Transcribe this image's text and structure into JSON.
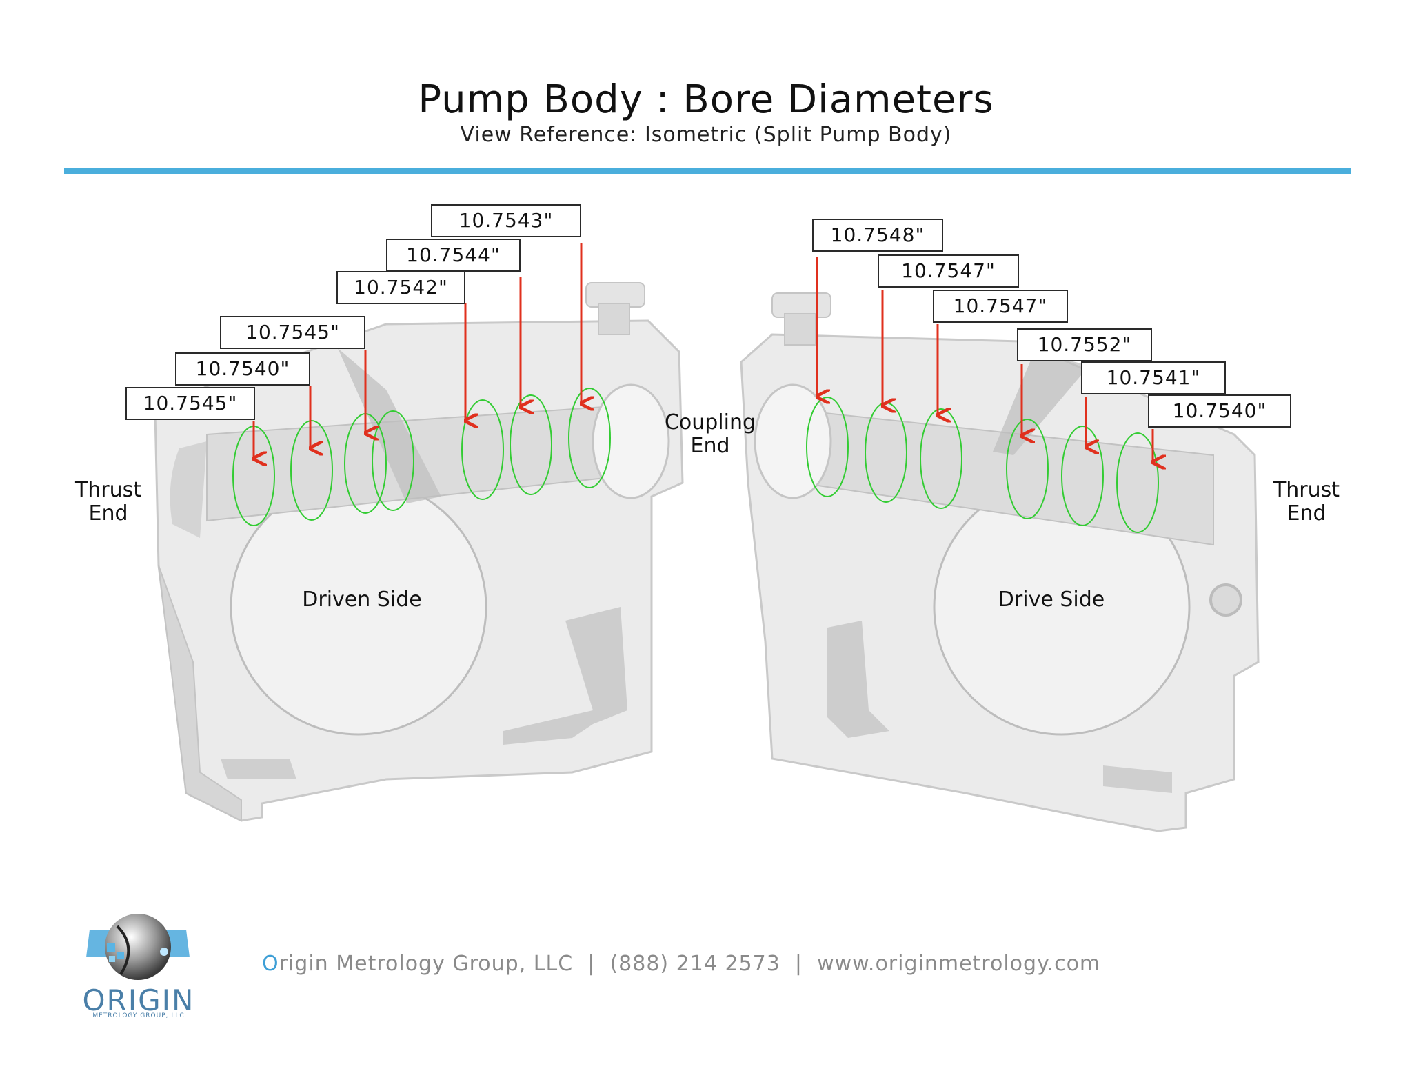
{
  "header": {
    "title": "Pump Body : Bore Diameters",
    "subtitle": "View Reference: Isometric (Split Pump Body)"
  },
  "labels": {
    "thrust_end_left": [
      "Thrust",
      "End"
    ],
    "coupling_end": [
      "Coupling",
      "End"
    ],
    "thrust_end_right": [
      "Thrust",
      "End"
    ],
    "driven_side": "Driven Side",
    "drive_side": "Drive Side"
  },
  "measurements": {
    "driven_side": [
      "10.7545\"",
      "10.7540\"",
      "10.7545\"",
      "10.7542\"",
      "10.7544\"",
      "10.7543\""
    ],
    "drive_side": [
      "10.7548\"",
      "10.7547\"",
      "10.7547\"",
      "10.7552\"",
      "10.7541\"",
      "10.7540\""
    ]
  },
  "colors": {
    "accent_rule": "#4aaedc",
    "arrow": "#e0301e",
    "bore_ring": "#33cc33",
    "body": "#e6e6e6"
  },
  "footer": {
    "company_initial": "O",
    "company_rest": "rigin Metrology Group, LLC",
    "phone": "(888) 214 2573",
    "website": "www.originmetrology.com",
    "separator": "|"
  },
  "logo": {
    "icon": "metrology-sphere-icon",
    "word": "ORIGIN",
    "sub": "METROLOGY GROUP, LLC"
  }
}
